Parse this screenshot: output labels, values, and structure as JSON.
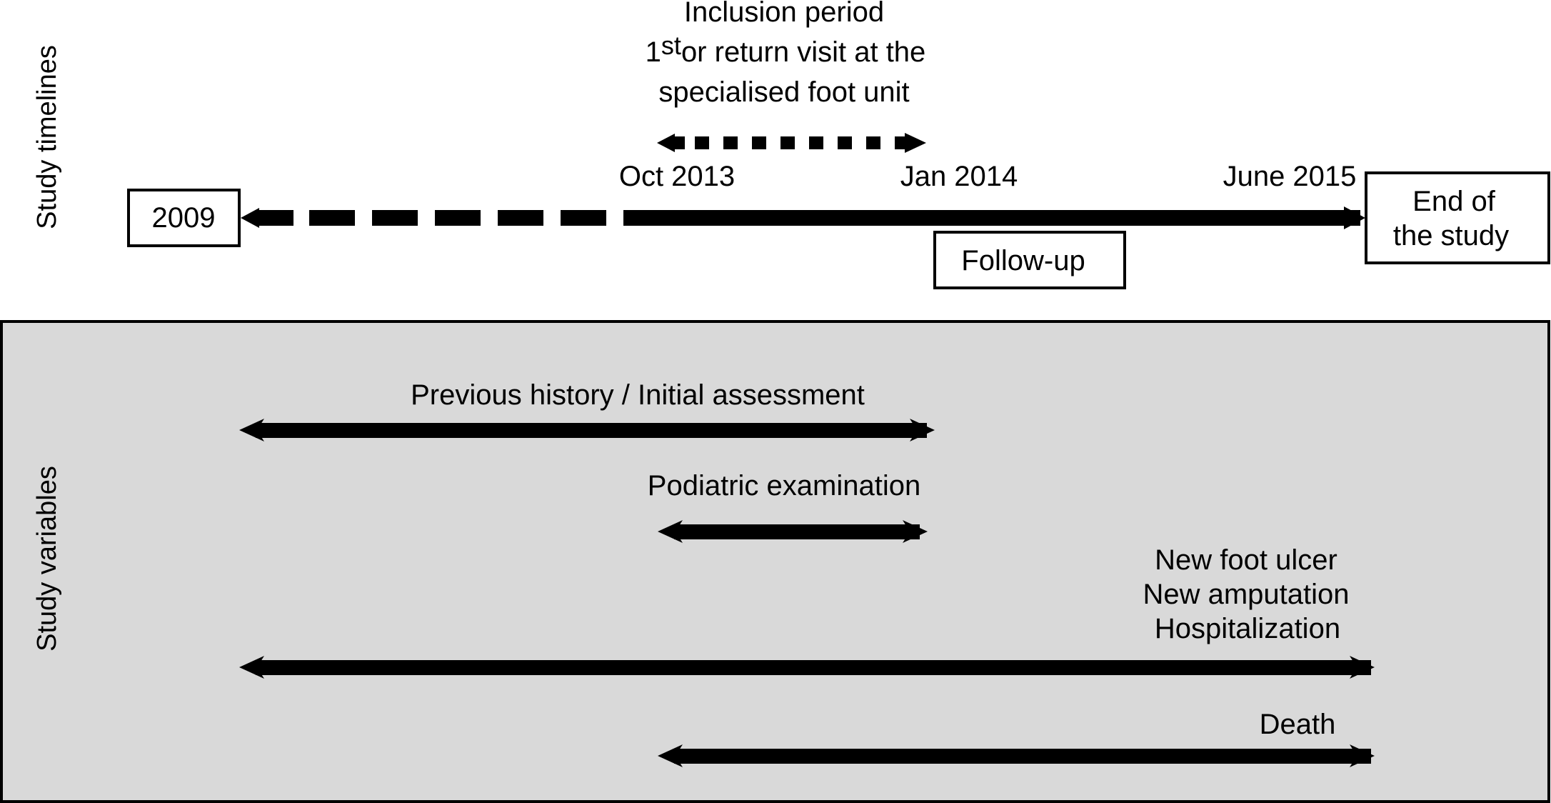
{
  "sections": {
    "timelines_label": "Study timelines",
    "variables_label": "Study variables"
  },
  "inclusion": {
    "title": "Inclusion period",
    "line2_prefix": "1",
    "line2_sup": "st",
    "line2_rest": "or return visit at the",
    "line3": "specialised foot unit"
  },
  "dates": {
    "oct2013": "Oct 2013",
    "jan2014": "Jan 2014",
    "june2015": "June 2015"
  },
  "boxes": {
    "start": "2009",
    "end_line1": "End of",
    "end_line2": "the study",
    "followup": "Follow-up"
  },
  "variables": {
    "history": "Previous history / Initial assessment",
    "podiatric": "Podiatric examination",
    "outcome1": "New foot ulcer",
    "outcome2": "New amputation",
    "outcome3": "Hospitalization",
    "death": "Death"
  },
  "colors": {
    "panel_fill": "#d9d9d9",
    "ink": "#000000"
  }
}
